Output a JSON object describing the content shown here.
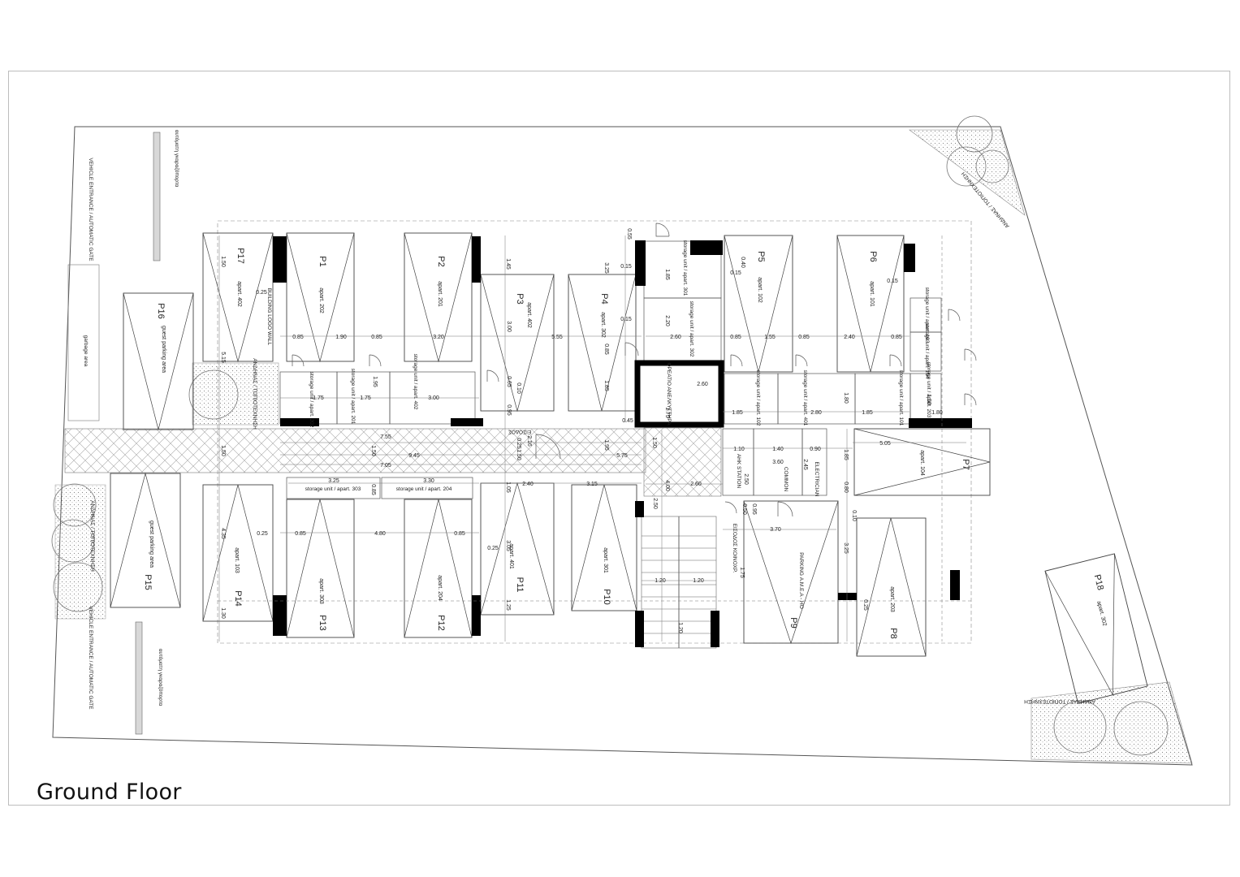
{
  "title": "Ground Floor",
  "colors": {
    "line": "#333333",
    "wall": "#000000",
    "hatch": "#9a9a9a",
    "tree": "#777777"
  },
  "parking": {
    "p1": "P1",
    "p2": "P2",
    "p3": "P3",
    "p4": "P4",
    "p5": "P5",
    "p6": "P6",
    "p7": "P7",
    "p8": "P8",
    "p9": "P9",
    "p10": "P10",
    "p11": "P11",
    "p12": "P12",
    "p13": "P13",
    "p14": "P14",
    "p15": "P15",
    "p16": "P16",
    "p17": "P17",
    "p18": "P18"
  },
  "apartments": {
    "a202": "apart. 202",
    "a201": "apart. 201",
    "a402": "apart. 402",
    "a302": "apart. 302",
    "a102": "apart. 102",
    "a101": "apart. 101",
    "a104": "apart. 104",
    "a103": "apart. 103",
    "a303": "apart. 303",
    "a204": "apart. 204",
    "a401": "apart. 401",
    "a301": "apart. 301",
    "a203": "apart. 203",
    "a302b": "apart. 302",
    "a402b": "apart. 402"
  },
  "guest": {
    "p16": "guest parking area",
    "p15": "guest parking area"
  },
  "storage": {
    "s202": "storage unit / apart. 202",
    "s201": "storage unit / apart. 201",
    "s402": "storage unit / apart. 402",
    "s301": "storage unit / apart. 301",
    "s302": "storage unit / apart. 302",
    "s102": "storage unit / apart. 102",
    "s401": "storage unit / apart. 401",
    "s101": "storage unit / apart. 101",
    "s103": "storage unit / apart. 103",
    "s104": "storage unit / apart. 104",
    "s203": "storage unit / apart. 203",
    "s303": "storage unit / apart. 303",
    "s204": "storage unit / apart. 204"
  },
  "labels": {
    "vehicle_top": "VEHICLE ENTRANCE / AUTOMATIC GATE",
    "vehicle_bottom": "VEHICLE ENTRANCE / AUTOMATIC GATE",
    "greek_gate_top": "αυτόματη γκαραζόπορτα",
    "greek_gate_bottom": "αυτόματη γκαραζόπορτα",
    "garbage": "garbage area",
    "logo_wall": "BUILDING LOGO WALL",
    "art_left_top": "ΑΝΔΗΝΑΣ / ΤΟΠΙΟΤΕΧΝΗΣΗ",
    "art_left_bottom": "ΑΝΔΗΝΑΣ / ΤΟΠΙΟΤΕΧΝΗΣΗ",
    "art_top_right": "ΑΝΔΗΝΑΣ / ΤΟΠΙΟΤΕΧΝΗΣΗ",
    "art_bottom_right": "ΑΝΔΗΝΑΣ / ΤΟΠΙΟΤΕΧΝΗΣΗ",
    "pump": "ΦΡΕΑΤΙΟ ΑΝΕΛΚΥΣΤΗΡΑ",
    "entrance": "ΕΙΣΟΔΟΣ",
    "entrance_common": "ΕΙΣΟΔΟΣ ΚΟΙΝΟΧΡ.",
    "ahk": "ΑΗΚ STATION",
    "common": "COMMON",
    "electrician": "ELECTRICIAN",
    "parking_disabled": "PARKING Α.Μ.Ε.Α - ΗΟ"
  },
  "dims": {
    "d055": "0.55",
    "d145": "1.45",
    "d325a": "3.25",
    "d015a": "0.15",
    "d015b": "0.15",
    "d185": "1.85",
    "d220": "2.20",
    "d260a": "2.60",
    "d040": "0.40",
    "d015c": "0.15",
    "d015d": "0.15",
    "d150a": "1.50",
    "d025a": "0.25",
    "d515": "5.15",
    "d085a": "0.85",
    "d190": "1.90",
    "d085b": "0.85",
    "d320": "3.20",
    "d300a": "3.00",
    "d555": "5.55",
    "d085c": "0.85",
    "d260b": "2.60",
    "d085d": "0.85",
    "d155": "1.55",
    "d085e": "0.85",
    "d240a": "2.40",
    "d085f": "0.85",
    "d195": "1.95",
    "d175a": "1.75",
    "d175b": "1.75",
    "d300b": "3.00",
    "d065": "0.65",
    "d010a": "0.10",
    "d185b": "1.85",
    "d260c": "2.60",
    "d175c": "1.75",
    "d185c": "1.85",
    "d280": "2.80",
    "d185d": "1.85",
    "d180a": "1.80",
    "d150b": "1.50",
    "d180b": "1.80",
    "d095": "0.95",
    "d045": "0.45",
    "d755": "7.55",
    "d945": "9.45",
    "d705": "7.05",
    "d150c": "1.50",
    "d150d": "1.50",
    "d216": "2.16",
    "d025b": "0.25",
    "d195b": "1.95",
    "d575": "5.75",
    "d150e": "1.50",
    "d110": "1.10",
    "d140": "1.40",
    "d090": "0.90",
    "d505": "5.05",
    "d250a": "2.50",
    "d360": "3.60",
    "d245": "2.45",
    "d185e": "1.85",
    "d080": "0.80",
    "d325b": "3.25",
    "d330": "3.30",
    "d085g": "0.85",
    "d105": "1.05",
    "d240b": "2.40",
    "d315": "3.15",
    "d400": "4.00",
    "d260d": "2.60",
    "d250b": "2.50",
    "d050": "0.50",
    "d095b": "0.95",
    "d370": "3.70",
    "d010b": "0.10",
    "d435": "4.35",
    "d025c": "0.25",
    "d085h": "0.85",
    "d480": "4.80",
    "d085i": "0.85",
    "d025d": "0.25",
    "d305": "3.05",
    "d325c": "3.25",
    "d175d": "1.75",
    "d120a": "1.20",
    "d120b": "1.20",
    "d120c": "1.20",
    "d125": "1.25",
    "d130": "1.30",
    "d025e": "0.25"
  }
}
